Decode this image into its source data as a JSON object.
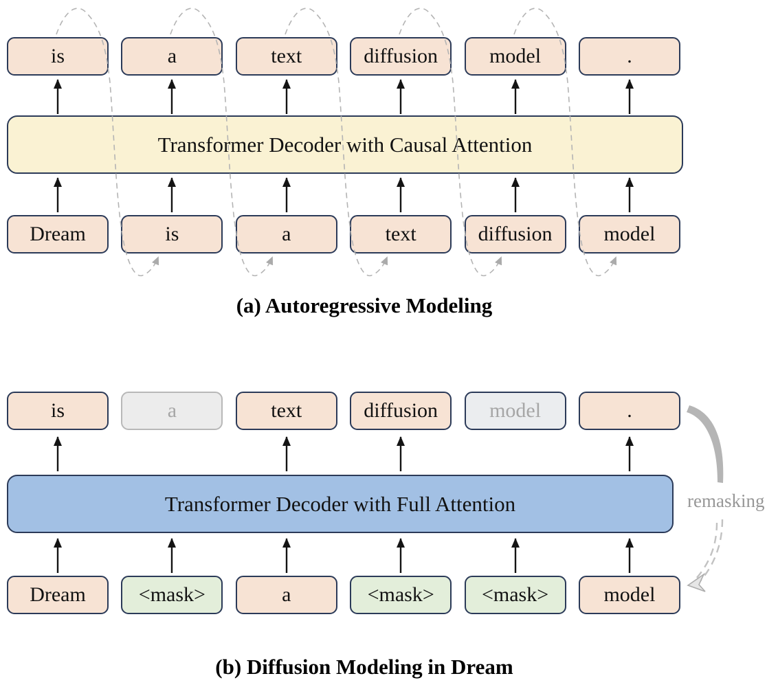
{
  "panel_a": {
    "caption": "(a) Autoregressive Modeling",
    "decoder_label": "Transformer Decoder with Causal Attention",
    "output_tokens": [
      "is",
      "a",
      "text",
      "diffusion",
      "model",
      "."
    ],
    "input_tokens": [
      "Dream",
      "is",
      "a",
      "text",
      "diffusion",
      "model"
    ]
  },
  "panel_b": {
    "caption": "(b) Diffusion Modeling in Dream",
    "decoder_label": "Transformer Decoder with Full Attention",
    "output_tokens": [
      "is",
      "a",
      "text",
      "diffusion",
      "model",
      "."
    ],
    "output_token_states": [
      "decoded",
      "undecoded",
      "decoded",
      "decoded",
      "undecoded",
      "decoded"
    ],
    "input_tokens": [
      "Dream",
      "<mask>",
      "a",
      "<mask>",
      "<mask>",
      "model"
    ],
    "input_token_types": [
      "token",
      "mask",
      "token",
      "mask",
      "mask",
      "token"
    ],
    "remasking_label": "remasking"
  },
  "colors": {
    "token_fill": "#F7E3D4",
    "mask_fill": "#E3EEDA",
    "muted_fill": "#ECECEC",
    "decoder_causal_fill": "#FAF2D3",
    "decoder_full_fill": "#A2C0E4",
    "box_border": "#2B3A58",
    "muted_text": "#A6A6A6",
    "dashed_arrow": "#B4B4B4",
    "remask_gray": "#979797"
  }
}
